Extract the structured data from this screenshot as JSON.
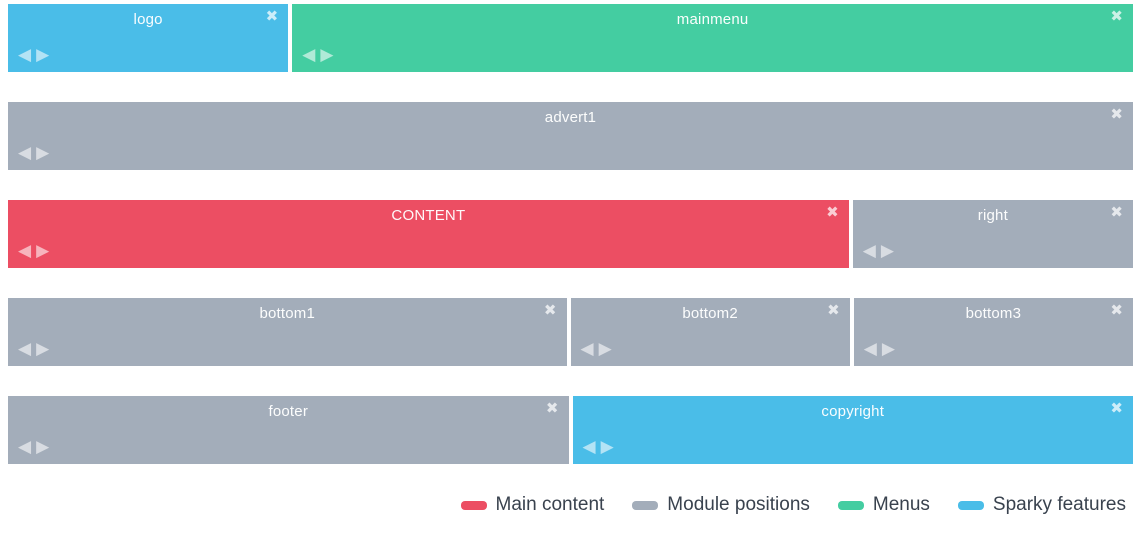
{
  "colors": {
    "main_content": "#ec4e63",
    "module_positions": "#a3adba",
    "menus": "#44cda1",
    "sparky_features": "#4abde8"
  },
  "icons": {
    "close": "✖",
    "move_left": "◀",
    "move_right": "▶"
  },
  "rows": [
    {
      "blocks": [
        {
          "label": "logo",
          "category": "sparky_features"
        },
        {
          "label": "mainmenu",
          "category": "menus"
        }
      ]
    },
    {
      "blocks": [
        {
          "label": "advert1",
          "category": "module_positions"
        }
      ]
    },
    {
      "blocks": [
        {
          "label": "CONTENT",
          "category": "main_content"
        },
        {
          "label": "right",
          "category": "module_positions"
        }
      ]
    },
    {
      "blocks": [
        {
          "label": "bottom1",
          "category": "module_positions"
        },
        {
          "label": "bottom2",
          "category": "module_positions"
        },
        {
          "label": "bottom3",
          "category": "module_positions"
        }
      ]
    },
    {
      "blocks": [
        {
          "label": "footer",
          "category": "module_positions"
        },
        {
          "label": "copyright",
          "category": "sparky_features"
        }
      ]
    }
  ],
  "legend": {
    "items": [
      {
        "label": "Main content",
        "color": "#ec4e63"
      },
      {
        "label": "Module positions",
        "color": "#a3adba"
      },
      {
        "label": "Menus",
        "color": "#44cda1"
      },
      {
        "label": "Sparky features",
        "color": "#4abde8"
      }
    ]
  }
}
